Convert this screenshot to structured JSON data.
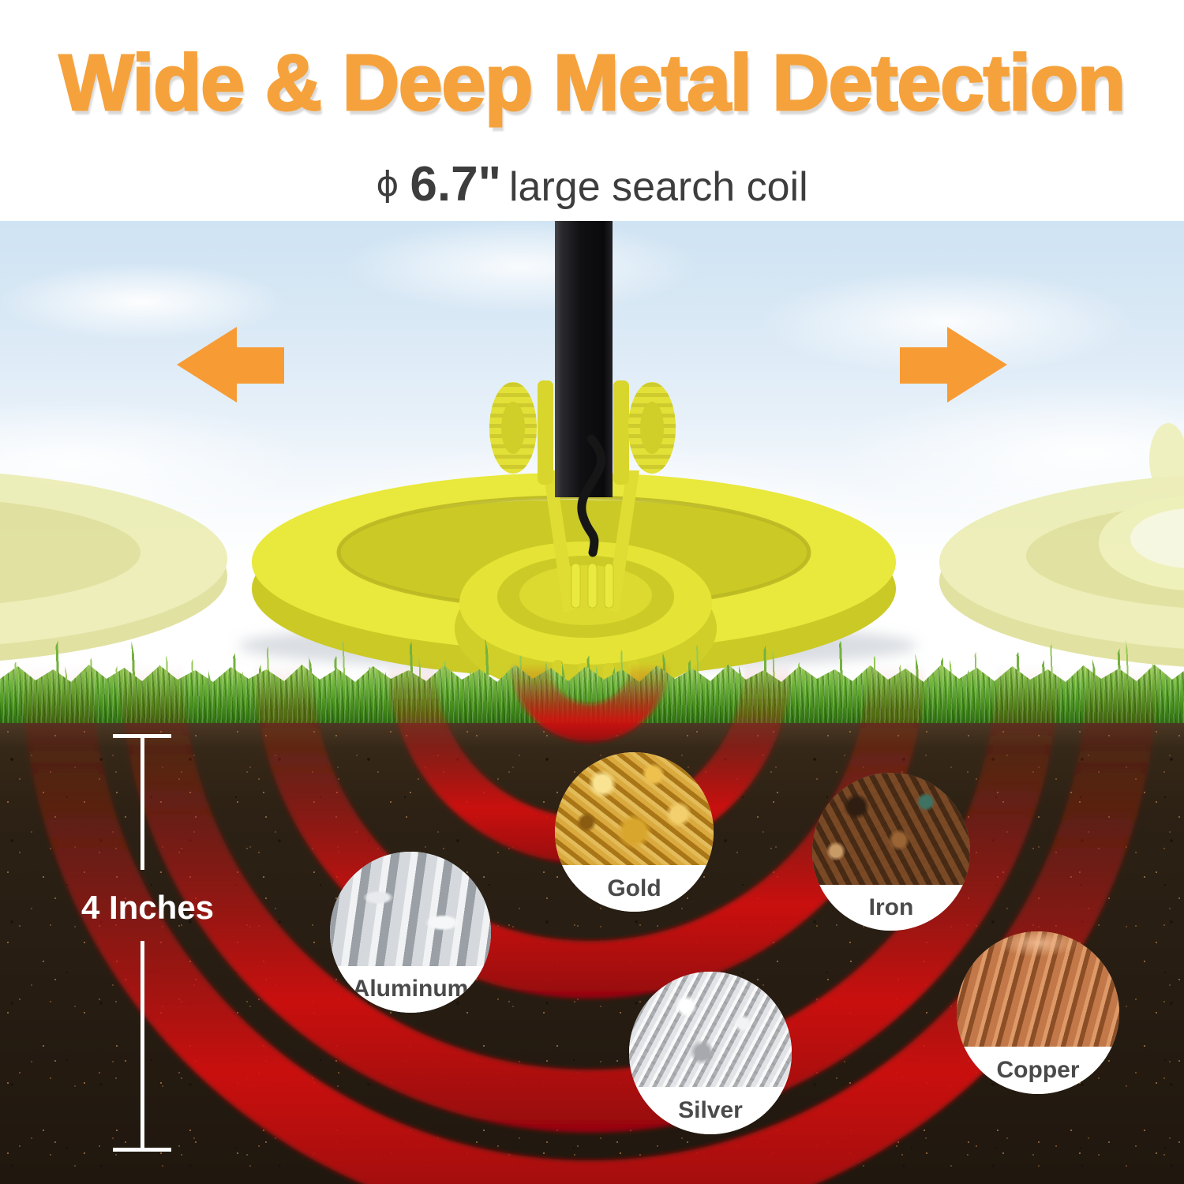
{
  "header": {
    "title": "Wide & Deep Metal Detection",
    "diameter_symbol": "ϕ",
    "coil_size": "6.7\"",
    "coil_text": "large search coil"
  },
  "underground": {
    "depth_label": "4 Inches",
    "metals": [
      {
        "name": "Gold"
      },
      {
        "name": "Iron"
      },
      {
        "name": "Aluminum"
      },
      {
        "name": "Silver"
      },
      {
        "name": "Copper"
      }
    ]
  },
  "icons": {
    "left_arrow": "sweep-arrow-left-icon",
    "right_arrow": "sweep-arrow-right-icon"
  },
  "colors": {
    "title_orange": "#F6A23C",
    "arrow_orange": "#F79B35",
    "coil_yellow": "#E9E83C",
    "ghost_coil_yellow": "#ECEDB4",
    "signal_red": "#DB1110",
    "sky_blue": "#D3E6F5",
    "grass_green": "#58A81E",
    "soil_brown": "#2B2118",
    "depth_label_white": "#FFFFFF",
    "metal_label_gray": "#4A4A4A",
    "subtitle_gray": "#3D3D3D"
  }
}
